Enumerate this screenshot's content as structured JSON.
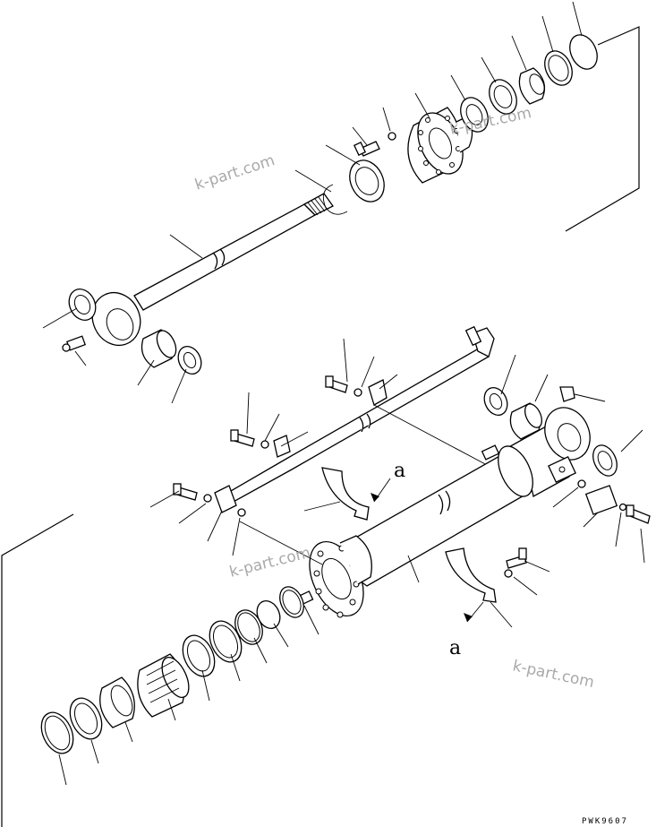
{
  "diagram": {
    "watermarks": [
      "k-part.com",
      "k-part.com",
      "k-part.com",
      "k-part.com"
    ],
    "callouts": [
      "a",
      "a"
    ],
    "drawing_code": "PWK9607"
  }
}
